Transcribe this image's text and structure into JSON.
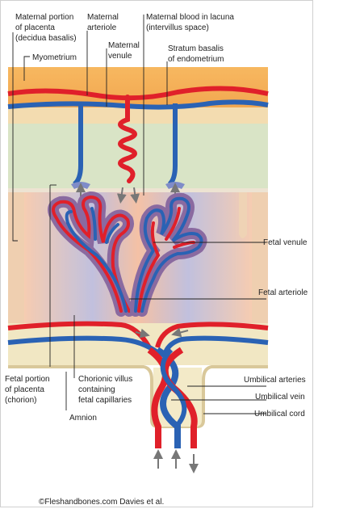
{
  "labels": {
    "maternal_portion_l1": "Maternal portion",
    "maternal_portion_l2": "of placenta",
    "maternal_portion_l3": "(decidua basalis)",
    "maternal_arteriole_l1": "Maternal",
    "maternal_arteriole_l2": "arteriole",
    "maternal_venule_l1": "Maternal",
    "maternal_venule_l2": "venule",
    "maternal_blood_l1": "Maternal blood in lacuna",
    "maternal_blood_l2": "(intervillus space)",
    "stratum_l1": "Stratum basalis",
    "stratum_l2": "of endometrium",
    "myometrium": "Myometrium",
    "fetal_venule": "Fetal venule",
    "fetal_arteriole": "Fetal arteriole",
    "umbilical_arteries": "Umbilical arteries",
    "umbilical_vein": "Umbilical vein",
    "umbilical_cord": "Umbilical cord",
    "fetal_portion_l1": "Fetal portion",
    "fetal_portion_l2": "of placenta",
    "fetal_portion_l3": "(chorion)",
    "chorionic_l1": "Chorionic villus",
    "chorionic_l2": "containing",
    "chorionic_l3": "fetal capillaries",
    "amnion": "Amnion"
  },
  "copyright": "©Fleshandbones.com Davies et al.",
  "colors": {
    "artery": "#e0202a",
    "vein": "#2a62b4",
    "myometrium": "#f5ad55",
    "endometrium": "#d8e3c4",
    "lacuna_pink": "#f4c3a8",
    "lacuna_blue": "#b7bde3",
    "chorion": "#f3eac6"
  }
}
